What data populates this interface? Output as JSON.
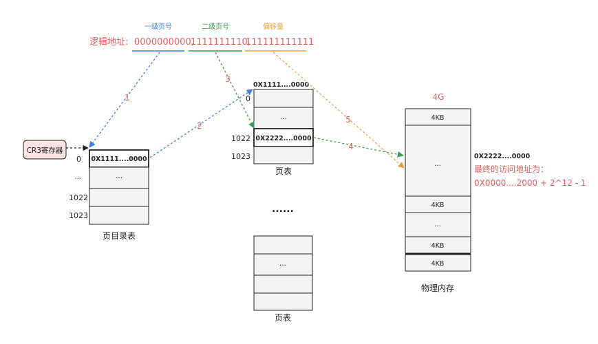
{
  "header": {
    "level1_label": "一级页号",
    "level2_label": "二级页号",
    "offset_label": "偏移量",
    "logical_address_label": "逻辑地址:",
    "seg1": "0000000000,",
    "seg2": "1111111110,",
    "seg3": "111111111111"
  },
  "colors": {
    "red": "#e35d5d",
    "blue": "#3b7de0",
    "green": "#3c9a4f",
    "orange": "#e6a33a",
    "cell_fill": "#f4f4f4",
    "cr3_fill": "#fde3e3"
  },
  "cr3": {
    "label": "CR3寄存器"
  },
  "page_directory": {
    "cell0": "0X1111....0000",
    "cell1": "...",
    "idx0": "0",
    "idx_dots": "...",
    "idx1022": "1022",
    "idx1023": "1023",
    "title": "页目录表"
  },
  "page_table_1": {
    "top_addr": "0X1111....0000",
    "cell1": "...",
    "cell2": "0X2222....0000",
    "idx0": "0",
    "idx1022": "1022",
    "idx1023": "1023",
    "title": "页表"
  },
  "middle_dots": "......",
  "page_table_2": {
    "cell1": "...",
    "title": "页表"
  },
  "memory": {
    "top_label": "4G",
    "cells": [
      "4KB",
      "...",
      "4KB",
      "...",
      "4KB",
      "4KB"
    ],
    "addr_label": "0X2222....0000",
    "final_label": "最终的访问地址为：",
    "final_value": "0X0000....2000 + 2^12 - 1",
    "title": "物理内存"
  },
  "arrow_labels": {
    "a1": "1",
    "a2": "2",
    "a3": "3",
    "a4": "4",
    "a5": "5"
  }
}
